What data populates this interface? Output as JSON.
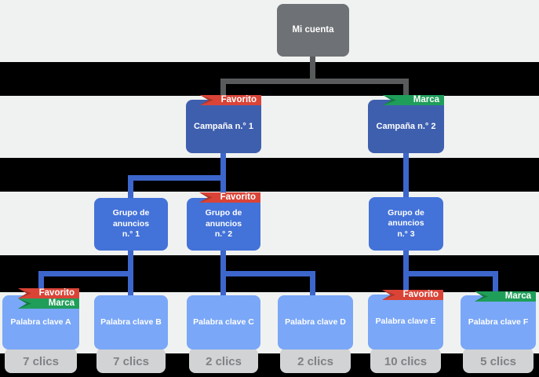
{
  "colors": {
    "background": "#f0f2f1",
    "stripe": "#000000",
    "account_box": "#6e7175",
    "campaign_box": "#3e5fae",
    "ad_group_box": "#4372d8",
    "keyword_box": "#7aa7f7",
    "connector_gray": "#595a5c",
    "connector_blue": "#3c66cb",
    "favorito_ribbon": "#da4437",
    "marca_ribbon": "#1f9e5a",
    "clicks_box": "#d2d3d5",
    "clicks_text": "#7f8285"
  },
  "account": {
    "label": "Mi cuenta"
  },
  "campaigns": [
    {
      "label": "Campaña n.° 1",
      "ribbon": "Favorito"
    },
    {
      "label": "Campaña n.° 2",
      "ribbon": "Marca"
    }
  ],
  "ad_groups": [
    {
      "line1": "Grupo de anuncios",
      "line2": "n.° 1"
    },
    {
      "line1": "Grupo de anuncios",
      "line2": "n.° 2",
      "ribbon": "Favorito"
    },
    {
      "line1": "Grupo de anuncios",
      "line2": "n.° 3"
    }
  ],
  "keywords": [
    {
      "label": "Palabra clave A",
      "clicks": "7 clics",
      "ribbon1": "Favorito",
      "ribbon2": "Marca"
    },
    {
      "label": "Palabra clave B",
      "clicks": "7 clics"
    },
    {
      "label": "Palabra clave C",
      "clicks": "2 clics"
    },
    {
      "label": "Palabra clave D",
      "clicks": "2 clics"
    },
    {
      "label": "Palabra clave E",
      "clicks": "10 clics",
      "ribbon1": "Favorito"
    },
    {
      "label": "Palabra clave F",
      "clicks": "5 clics",
      "ribbon2": "Marca"
    }
  ]
}
